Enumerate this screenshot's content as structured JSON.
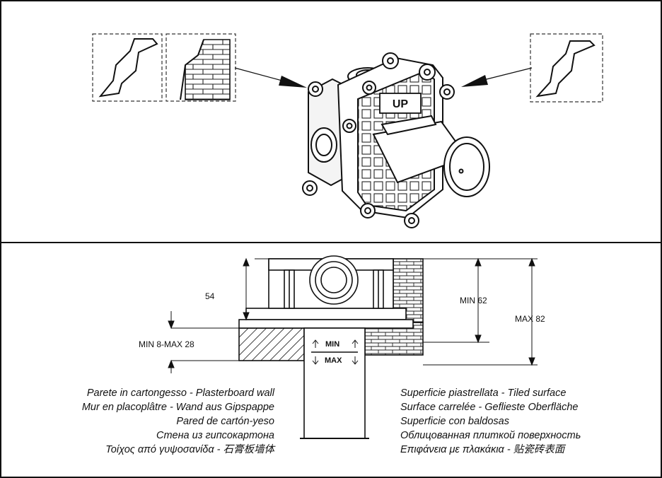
{
  "dimensions": {
    "d54": "54",
    "min8max28": "MIN 8-MAX 28",
    "min62": "MIN 62",
    "max82": "MAX 82"
  },
  "gauge": {
    "min_label": "MIN",
    "max_label": "MAX",
    "up_label": "UP"
  },
  "captions": {
    "left": [
      "Parete in cartongesso - Plasterboard wall",
      "Mur en placoplâtre - Wand aus Gipspappe",
      "Pared de cartón-yeso",
      "Стена из гипсокартона",
      "Τοίχος από γυψοσανίδα - 石膏板墙体"
    ],
    "right": [
      "Superficie piastrellata - Tiled surface",
      "Surface carrelée - Geflieste Oberfläche",
      "Superficie con baldosas",
      "Облицованная плиткой поверхность",
      "Επιφάνεια με πλακάκια - 贴瓷砖表面"
    ]
  },
  "icons": {
    "plasterboard": "plasterboard-wall-icon",
    "tiled": "tiled-wall-icon",
    "body": "valve-body-illustration"
  }
}
